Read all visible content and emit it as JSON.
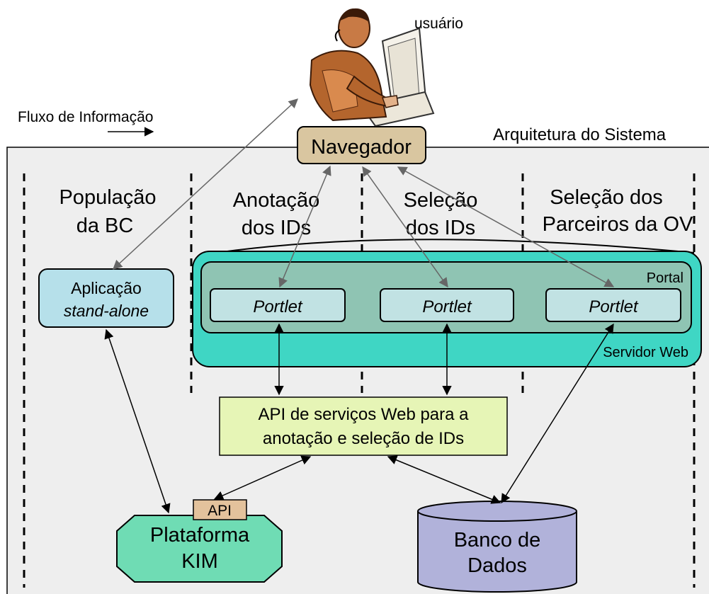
{
  "user_label": "usuário",
  "legend": {
    "flow_label": "Fluxo de Informação"
  },
  "architecture_title": "Arquitetura do Sistema",
  "browser": "Navegador",
  "columns": {
    "populacao": [
      "População",
      "da BC"
    ],
    "anotacao": [
      "Anotação",
      "dos IDs"
    ],
    "selecao": [
      "Seleção",
      "dos IDs"
    ],
    "parceiros": [
      "Seleção dos",
      "Parceiros da OV"
    ]
  },
  "standalone": {
    "line1": "Aplicação",
    "line2": "stand-alone"
  },
  "portal_label": "Portal",
  "servidor_label": "Servidor Web",
  "portlets": [
    "Portlet",
    "Portlet",
    "Portlet"
  ],
  "api_box": {
    "line1": "API de serviços Web para a",
    "line2": "anotação e seleção de IDs"
  },
  "api_tag": "API",
  "kim": {
    "line1": "Plataforma",
    "line2": "KIM"
  },
  "database": {
    "line1": "Banco de",
    "line2": "Dados"
  },
  "colors": {
    "frame_bg": "#eeeeee",
    "browser_fill": "#d9c6a0",
    "standalone_fill": "#b6e0ea",
    "server_fill": "#3fd6c4",
    "portal_fill": "#8fc4b3",
    "portlet_fill": "#c1e2e3",
    "api_fill": "#e6f5b6",
    "api_tag_fill": "#e3c29c",
    "kim_fill": "#6fdcb4",
    "db_fill": "#b1b2da"
  }
}
